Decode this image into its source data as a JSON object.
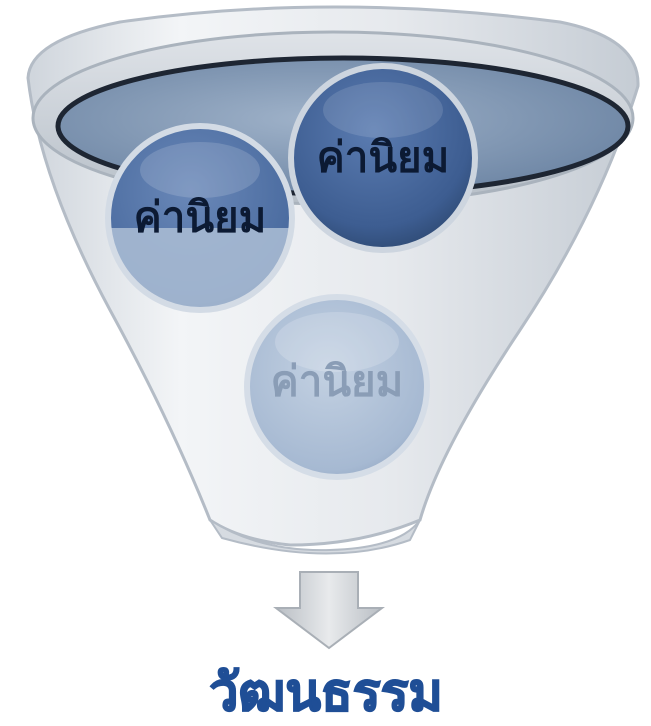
{
  "diagram": {
    "values": [
      {
        "label": "ค่านิยม"
      },
      {
        "label": "ค่านิยม"
      },
      {
        "label": "ค่านิยม"
      }
    ],
    "result_label": "วัฒนธรรม",
    "colors": {
      "funnel_fill": "#e9ecef",
      "funnel_rim": "#c9cfd6",
      "oval_fill": "#7d95b3",
      "bubble_dark": "#3f5f93",
      "bubble_mid": "#4d6fa6",
      "bubble_light": "#a9bdd6",
      "arrow": "#c8ccd0",
      "result_text": "#1f4e96",
      "text_dark": "#0c1a33",
      "text_light": "#8a9db6"
    }
  }
}
